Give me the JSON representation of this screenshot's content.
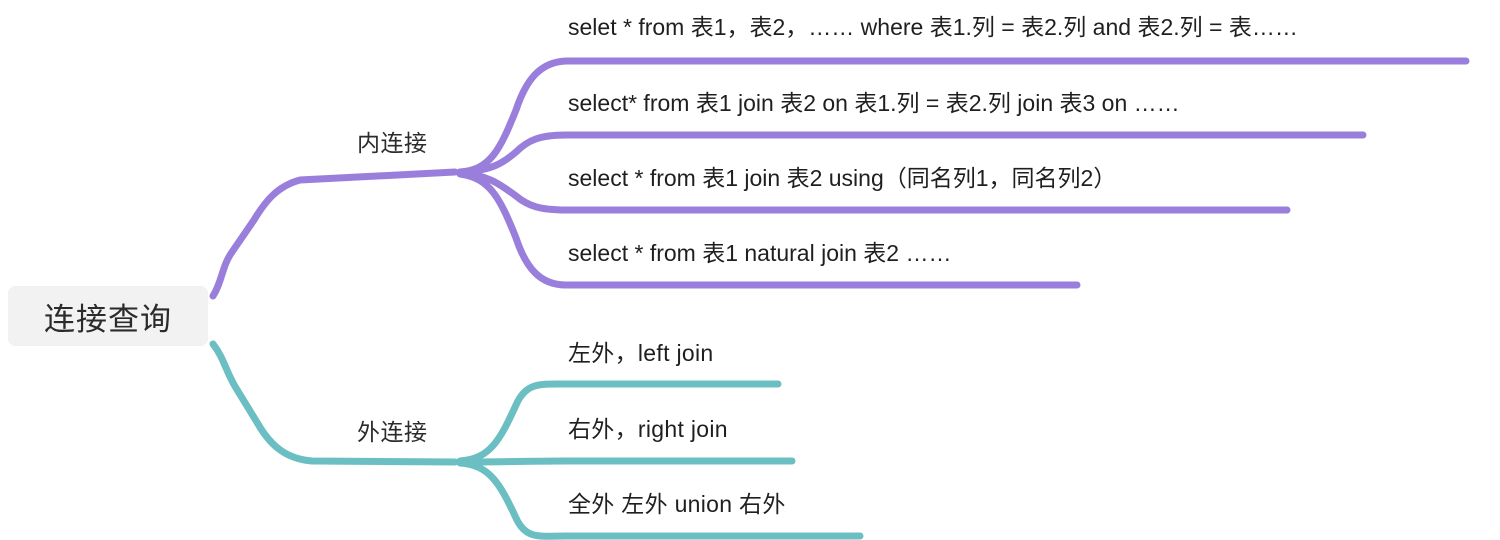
{
  "diagram": {
    "type": "mindmap",
    "title": "连接查询",
    "root": {
      "label": "连接查询"
    },
    "colors": {
      "inner_branch": "#9a7edb",
      "outer_branch": "#6bbfc2",
      "root_background": "#f2f2f2",
      "text": "#1f1f1f",
      "page_background": "#ffffff"
    },
    "branches": [
      {
        "label": "内连接",
        "color": "#9a7edb",
        "children": [
          {
            "label": "selet * from 表1，表2，…… where 表1.列 = 表2.列 and 表2.列 = 表……"
          },
          {
            "label": "select* from 表1 join 表2 on 表1.列 = 表2.列 join 表3 on ……"
          },
          {
            "label": "select * from 表1 join 表2 using（同名列1，同名列2）"
          },
          {
            "label": "select * from 表1 natural join 表2 ……"
          }
        ]
      },
      {
        "label": "外连接",
        "color": "#6bbfc2",
        "children": [
          {
            "label": "左外，left join"
          },
          {
            "label": "右外，right join"
          },
          {
            "label": "全外 左外 union 右外"
          }
        ]
      }
    ]
  }
}
